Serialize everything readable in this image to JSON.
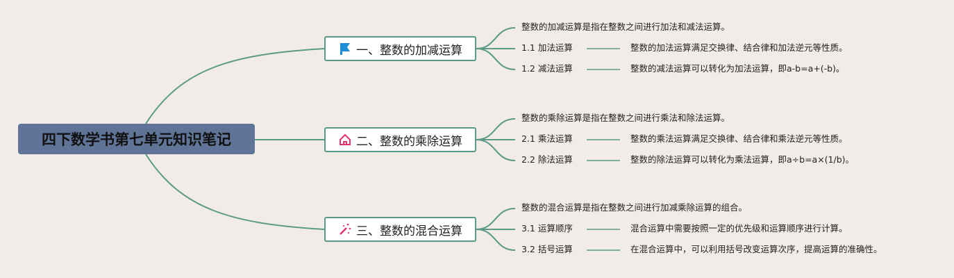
{
  "root": {
    "title": "四下数学书第七单元知识笔记"
  },
  "colors": {
    "line": "#5b9a86",
    "root_fill": "#5f7497",
    "background": "#f1ece7"
  },
  "branches": [
    {
      "icon": "flag-icon",
      "title": "一、整数的加减运算",
      "summary": "整数的加减运算是指在整数之间进行加法和减法运算。",
      "items": [
        {
          "label": "1.1 加法运算",
          "desc": "整数的加法运算满足交换律、结合律和加法逆元等性质。"
        },
        {
          "label": "1.2 减法运算",
          "desc": "整数的减法运算可以转化为加法运算，即a-b=a+(-b)。"
        }
      ]
    },
    {
      "icon": "home-icon",
      "title": "二、整数的乘除运算",
      "summary": "整数的乘除运算是指在整数之间进行乘法和除法运算。",
      "items": [
        {
          "label": "2.1 乘法运算",
          "desc": "整数的乘法运算满足交换律、结合律和乘法逆元等性质。"
        },
        {
          "label": "2.2 除法运算",
          "desc": "整数的除法运算可以转化为乘法运算，即a÷b=a×(1/b)。"
        }
      ]
    },
    {
      "icon": "magic-wand-icon",
      "title": "三、整数的混合运算",
      "summary": "整数的混合运算是指在整数之间进行加减乘除运算的组合。",
      "items": [
        {
          "label": "3.1 运算顺序",
          "desc": "混合运算中需要按照一定的优先级和运算顺序进行计算。"
        },
        {
          "label": "3.2 括号运算",
          "desc": "在混合运算中，可以利用括号改变运算次序，提高运算的准确性。"
        }
      ]
    }
  ]
}
